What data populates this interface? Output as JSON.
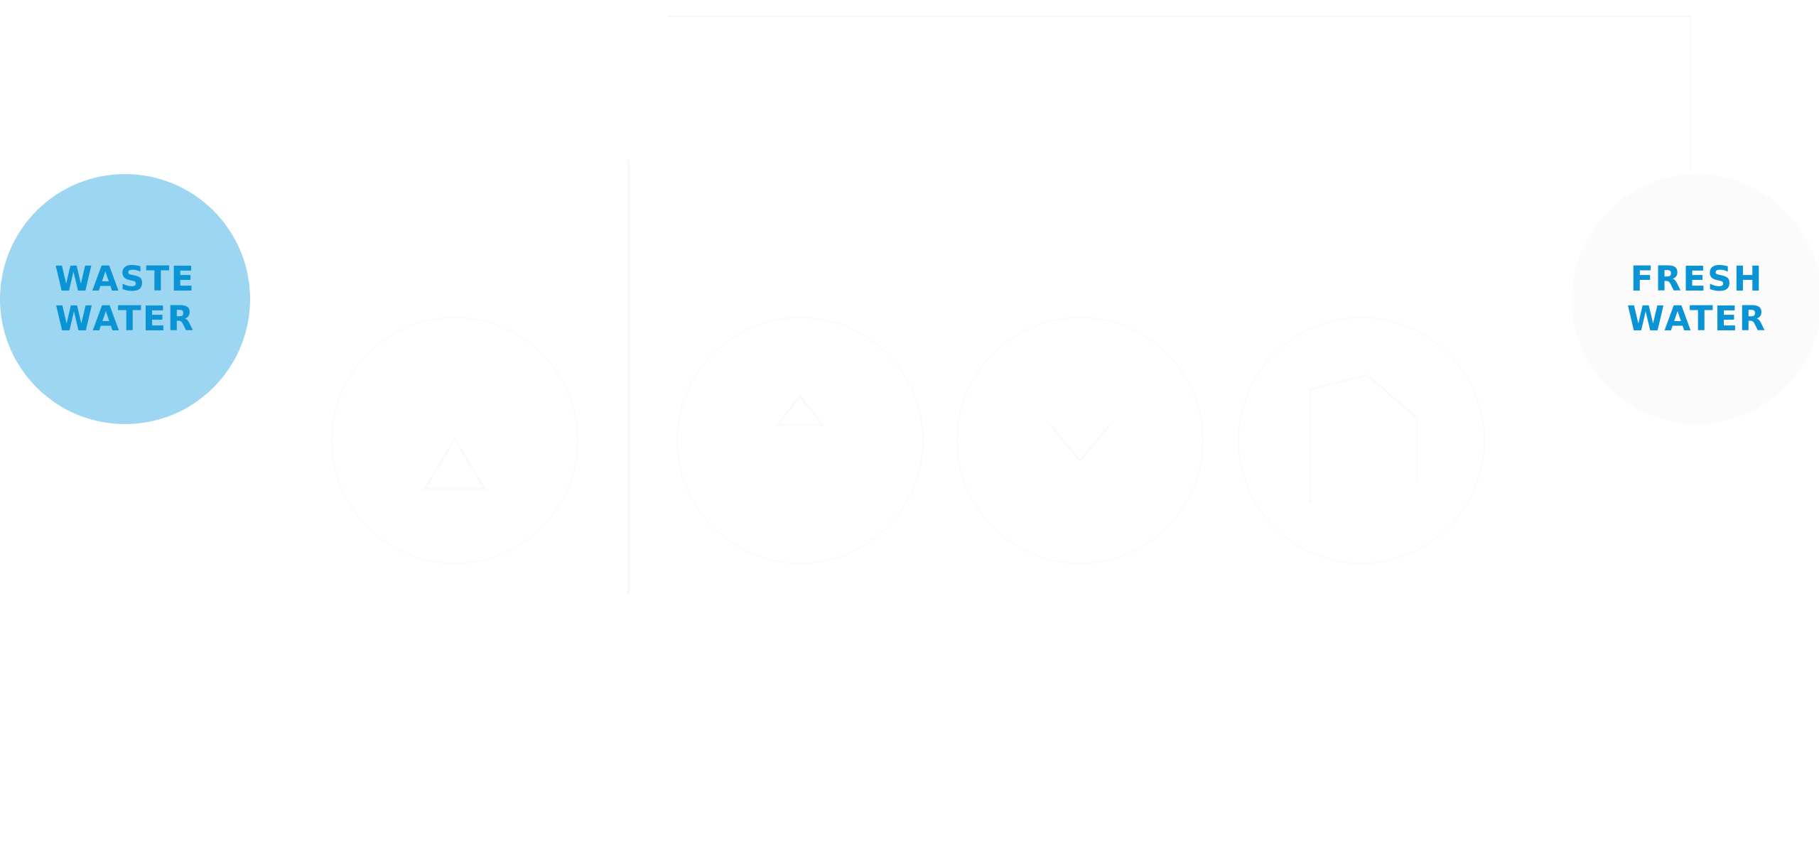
{
  "colors": {
    "accent": "#0a93d5",
    "waste_fill": "#9dd6f1",
    "fresh_fill": "#fbfbfb",
    "ghost": "#f7f7f7"
  },
  "nodes": {
    "waste_water": {
      "lines": [
        "WASTE",
        "WATER"
      ]
    },
    "fresh_water": {
      "lines": [
        "FRESH",
        "WATER"
      ]
    }
  },
  "process_steps": [
    {
      "icon": "drop-filter-icon"
    },
    {
      "icon": "triangle-icon"
    },
    {
      "icon": "chevron-icon"
    },
    {
      "icon": "faucet-icon"
    }
  ]
}
